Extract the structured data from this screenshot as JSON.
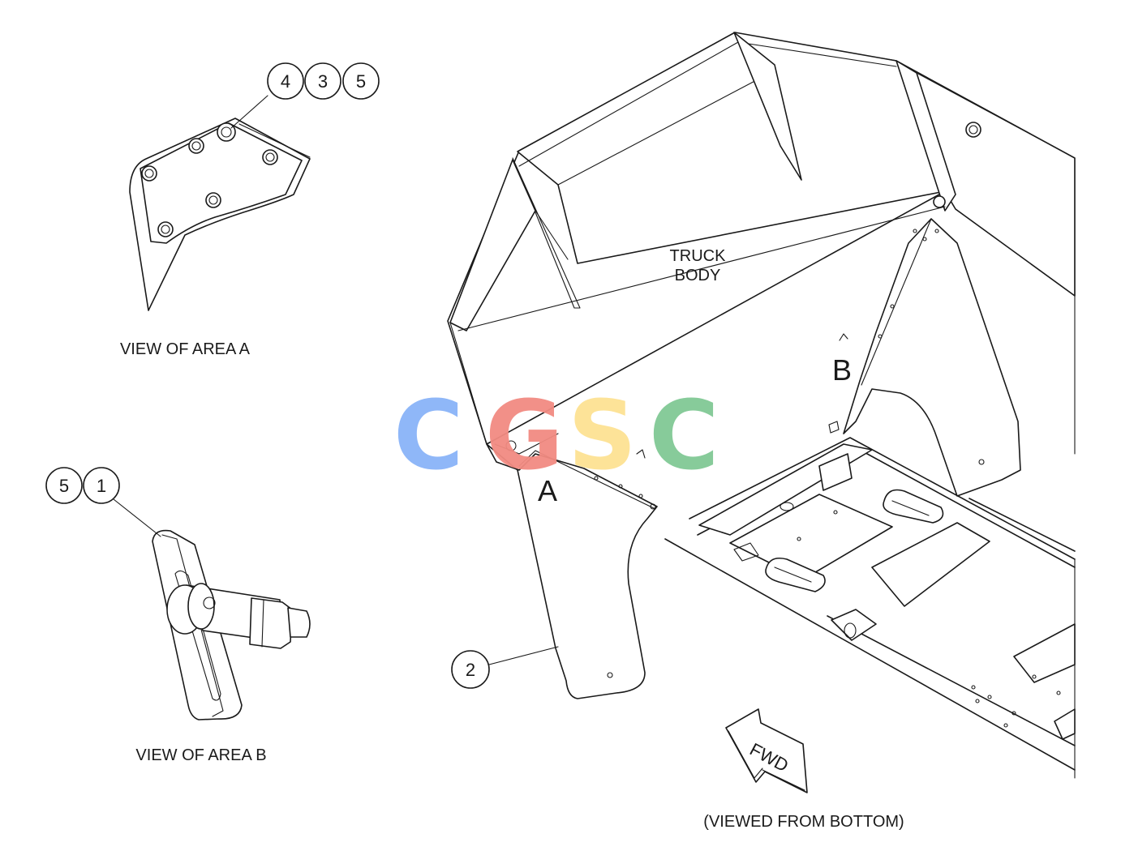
{
  "labels": {
    "view_area_a": "VIEW OF AREA A",
    "view_area_b": "VIEW OF AREA B",
    "truck_body_line1": "TRUCK",
    "truck_body_line2": "BODY",
    "area_a_letter": "A",
    "area_b_letter": "B",
    "fwd": "FWD",
    "viewed_from": "(VIEWED FROM BOTTOM)"
  },
  "callouts": {
    "area_a": [
      "4",
      "3",
      "5"
    ],
    "area_b": [
      "5",
      "1"
    ],
    "part_main": "2"
  },
  "watermark": {
    "letters": [
      "C",
      "G",
      "S",
      "C"
    ],
    "colors": [
      "#8ab4f8",
      "#f28b82",
      "#fde293",
      "#81c995"
    ]
  }
}
